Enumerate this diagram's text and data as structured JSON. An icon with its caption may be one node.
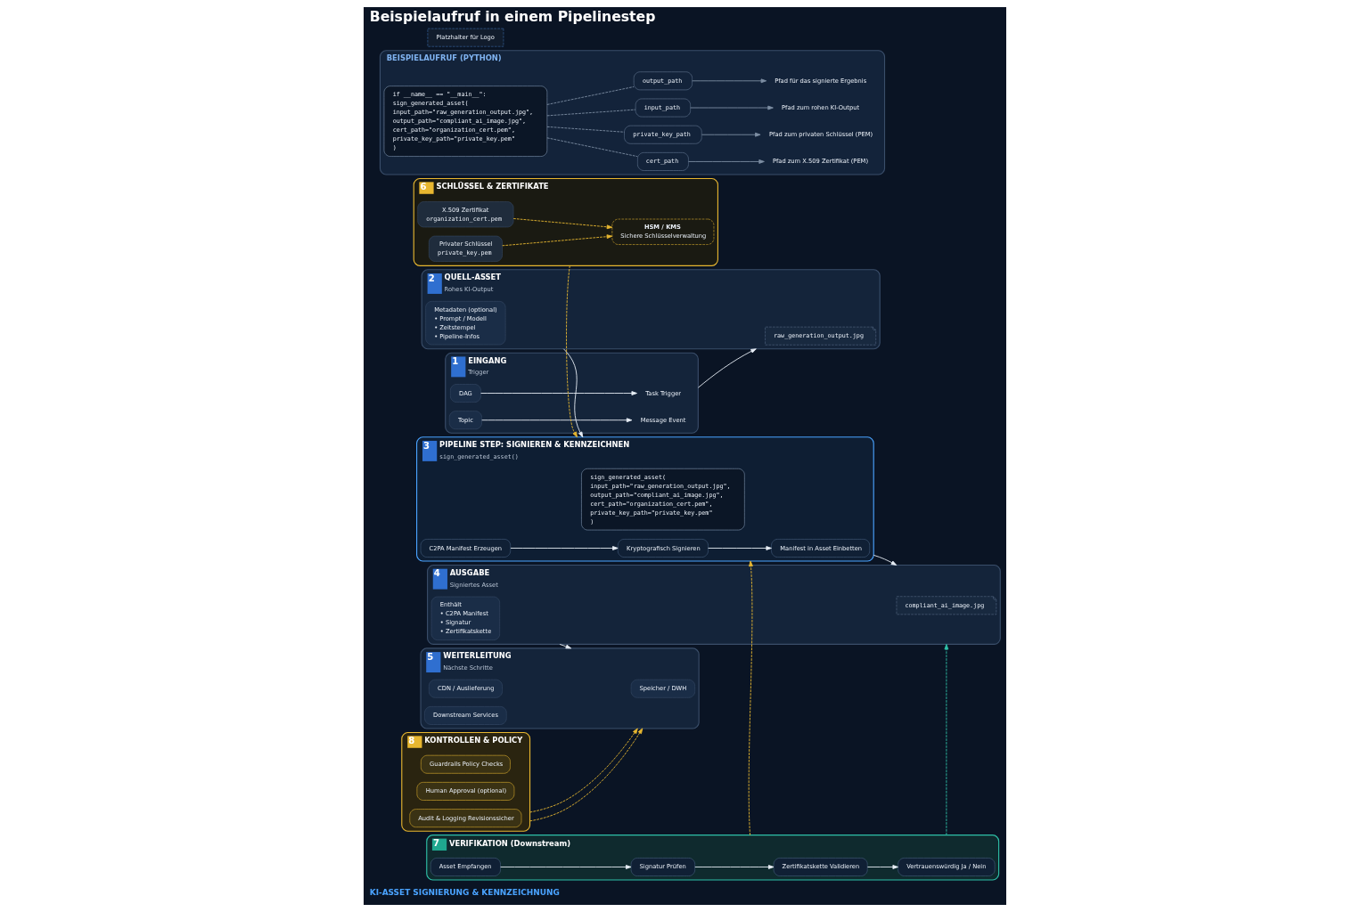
{
  "diagram": {
    "title": "Beispielaufruf in einem Pipelinestep",
    "nodes": [
      {
        "text": [
          "1",
          "EINGANG",
          "Trigger"
        ]
      },
      {
        "text": [
          "DAG"
        ],
        "in": 0
      },
      {
        "text": [
          "Task Trigger"
        ],
        "in": 0
      },
      {
        "text": [
          "Topic"
        ],
        "in": 0
      },
      {
        "text": [
          "Message Event"
        ],
        "in": 0
      },
      {
        "text": [
          "2",
          "QUELL-ASSET",
          "Rohes KI-Output"
        ]
      },
      {
        "text": [
          "raw_generation_output.jpg"
        ],
        "in": 5
      },
      {
        "text": [
          "Metadaten (optional)",
          "• Prompt / Modell",
          "• Zeitstempel",
          "• Pipeline-Infos"
        ],
        "in": 5
      },
      {
        "text": [
          "3",
          "PIPELINE STEP: SIGNIEREN & KENNZEICHNEN",
          "sign_generated_asset()"
        ]
      },
      {
        "text": [
          "sign_generated_asset(",
          "input_path=\"raw_generation_output.jpg\",",
          "output_path=\"compliant_ai_image.jpg\",",
          "cert_path=\"organization_cert.pem\",",
          "private_key_path=\"private_key.pem\"",
          ")"
        ],
        "in": 8
      },
      {
        "text": [
          "C2PA Manifest Erzeugen"
        ],
        "in": 8
      },
      {
        "text": [
          "Kryptografisch Signieren"
        ],
        "in": 8
      },
      {
        "text": [
          "Manifest in Asset Einbetten"
        ],
        "in": 8
      },
      {
        "text": [
          "4",
          "AUSGABE",
          "Signiertes Asset"
        ]
      },
      {
        "text": [
          "compliant_ai_image.jpg"
        ],
        "in": 13
      },
      {
        "text": [
          "Enthält",
          "• C2PA Manifest",
          "• Signatur",
          "• Zertifikatskette"
        ],
        "in": 13
      },
      {
        "text": [
          "5",
          "WEITERLEITUNG",
          "Nächste Schritte"
        ]
      },
      {
        "text": [
          "Speicher / DWH"
        ],
        "in": 16
      },
      {
        "text": [
          "CDN / Auslieferung"
        ],
        "in": 16
      },
      {
        "text": [
          "Downstream Services"
        ],
        "in": 16
      },
      {
        "text": [
          "6",
          "SCHLÜSSEL & ZERTIFIKATE"
        ]
      },
      {
        "text": [
          "X.509 Zertifikat",
          "organization_cert.pem"
        ],
        "in": 20
      },
      {
        "text": [
          "Privater Schlüssel",
          "private_key.pem"
        ],
        "in": 20
      },
      {
        "text": [
          "HSM / KMS",
          "Sichere Schlüsselverwaltung"
        ],
        "in": 20
      },
      {
        "text": [
          "7",
          "VERIFIKATION (Downstream)"
        ]
      },
      {
        "text": [
          "Asset Empfangen"
        ],
        "in": 24
      },
      {
        "text": [
          "Signatur Prüfen"
        ],
        "in": 24
      },
      {
        "text": [
          "Zertifikatskette Validieren"
        ],
        "in": 24
      },
      {
        "text": [
          "Vertrauenswürdig Ja / Nein"
        ],
        "in": 24
      },
      {
        "text": [
          "8",
          "KONTROLLEN & POLICY"
        ]
      },
      {
        "text": [
          "Guardrails Policy Checks"
        ],
        "in": 29
      },
      {
        "text": [
          "Human Approval (optional)"
        ],
        "in": 29
      },
      {
        "text": [
          "Audit & Logging Revisionssicher"
        ],
        "in": 29
      },
      {
        "text": [
          "BEISPIELAUFRUF (PYTHON)"
        ]
      },
      {
        "text": [
          "if __name__ == \"__main__\":",
          "sign_generated_asset(",
          "input_path=\"raw_generation_output.jpg\",",
          "output_path=\"compliant_ai_image.jpg\",",
          "cert_path=\"organization_cert.pem\",",
          "private_key_path=\"private_key.pem\"",
          ")"
        ],
        "in": 33
      },
      {
        "text": [
          "input_path"
        ],
        "in": 33
      },
      {
        "text": [
          "output_path"
        ],
        "in": 33
      },
      {
        "text": [
          "cert_path"
        ],
        "in": 33
      },
      {
        "text": [
          "private_key_path"
        ],
        "in": 33
      },
      {
        "text": [
          "Pfad zum rohen KI-Output"
        ],
        "in": 33
      },
      {
        "text": [
          "Pfad für das signierte Ergebnis"
        ],
        "in": 33
      },
      {
        "text": [
          "Pfad zum X.509 Zertifikat (PEM)"
        ],
        "in": 33
      },
      {
        "text": [
          "Pfad zum privaten Schlüssel (PEM)"
        ],
        "in": 33
      },
      {
        "text": [
          "Platzhalter für Logo"
        ]
      }
    ],
    "edges": [
      {
        "from": 1,
        "to": 2,
        "arrow": "to"
      },
      {
        "from": 3,
        "to": 4,
        "arrow": "to"
      },
      {
        "from": 0,
        "to": 5,
        "arrow": "to"
      },
      {
        "from": 5,
        "to": 8,
        "arrow": "to"
      },
      {
        "from": 10,
        "to": 11,
        "arrow": "to"
      },
      {
        "from": 11,
        "to": 12,
        "arrow": "to"
      },
      {
        "from": 8,
        "to": 13,
        "arrow": "to"
      },
      {
        "from": 13,
        "to": 16,
        "arrow": "to"
      },
      {
        "from": 21,
        "to": 23,
        "arrow": "to",
        "style": "dashed",
        "color": "#e8b730"
      },
      {
        "from": 22,
        "to": 23,
        "arrow": "to",
        "style": "dashed",
        "color": "#e8b730"
      },
      {
        "from": 20,
        "to": 8,
        "arrow": "to",
        "style": "dashed",
        "color": "#e8b730"
      },
      {
        "from": 24,
        "to": 8,
        "arrow": "to",
        "style": "dashed",
        "color": "#e8b730"
      },
      {
        "from": 24,
        "to": 13,
        "arrow": "to",
        "style": "dashed",
        "color": "#2fc0a8"
      },
      {
        "from": 25,
        "to": 26,
        "arrow": "to"
      },
      {
        "from": 26,
        "to": 27,
        "arrow": "to"
      },
      {
        "from": 27,
        "to": 28,
        "arrow": "to"
      },
      {
        "from": 29,
        "to": 16,
        "arrow": "to",
        "style": "dashed",
        "color": "#e8b730"
      },
      {
        "from": 29,
        "to": 16,
        "arrow": "to",
        "style": "dashed",
        "color": "#e8b730"
      },
      {
        "from": 34,
        "to": 35,
        "arrow": "none",
        "style": "dashed",
        "color": "#7d8ea3"
      },
      {
        "from": 34,
        "to": 36,
        "arrow": "none",
        "style": "dashed",
        "color": "#7d8ea3"
      },
      {
        "from": 34,
        "to": 37,
        "arrow": "none",
        "style": "dashed",
        "color": "#7d8ea3"
      },
      {
        "from": 34,
        "to": 38,
        "arrow": "none",
        "style": "dashed",
        "color": "#7d8ea3"
      },
      {
        "from": 35,
        "to": 39,
        "arrow": "to",
        "color": "#7d8ea3"
      },
      {
        "from": 36,
        "to": 40,
        "arrow": "to",
        "color": "#7d8ea3"
      },
      {
        "from": 37,
        "to": 41,
        "arrow": "to",
        "color": "#7d8ea3"
      },
      {
        "from": 38,
        "to": 42,
        "arrow": "to",
        "color": "#7d8ea3"
      }
    ],
    "labels": [
      "KI-ASSET SIGNIERUNG & KENNZEICHNUNG"
    ]
  }
}
